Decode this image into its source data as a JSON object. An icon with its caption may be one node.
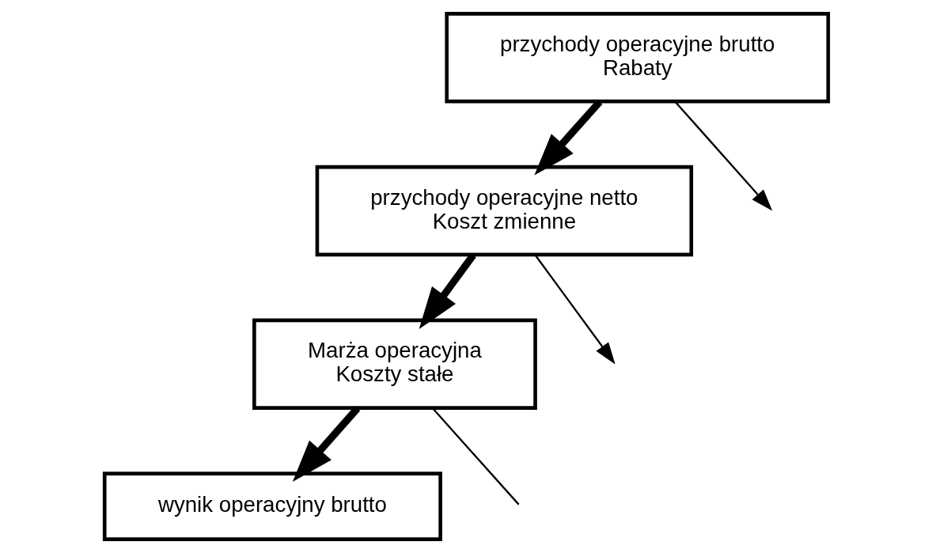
{
  "diagram": {
    "nodes": [
      {
        "text": [
          "przychody operacyjne brutto",
          "Rabaty"
        ]
      },
      {
        "text": [
          "przychody operacyjne netto",
          "Koszt zmienne"
        ]
      },
      {
        "text": [
          "Marża operacyjna",
          "Koszty stałe"
        ]
      },
      {
        "text": [
          "wynik operacyjny brutto"
        ]
      }
    ],
    "edges": [
      {
        "from": 0,
        "to": 1,
        "arrow": "to",
        "style": "thick"
      },
      {
        "from": 1,
        "to": 2,
        "arrow": "to",
        "style": "thick"
      },
      {
        "from": 2,
        "to": 3,
        "arrow": "to",
        "style": "thick"
      },
      {
        "from": 0,
        "to": null,
        "arrow": "to"
      },
      {
        "from": 1,
        "to": null,
        "arrow": "to"
      },
      {
        "from": 2,
        "to": null,
        "arrow": "none"
      }
    ]
  }
}
